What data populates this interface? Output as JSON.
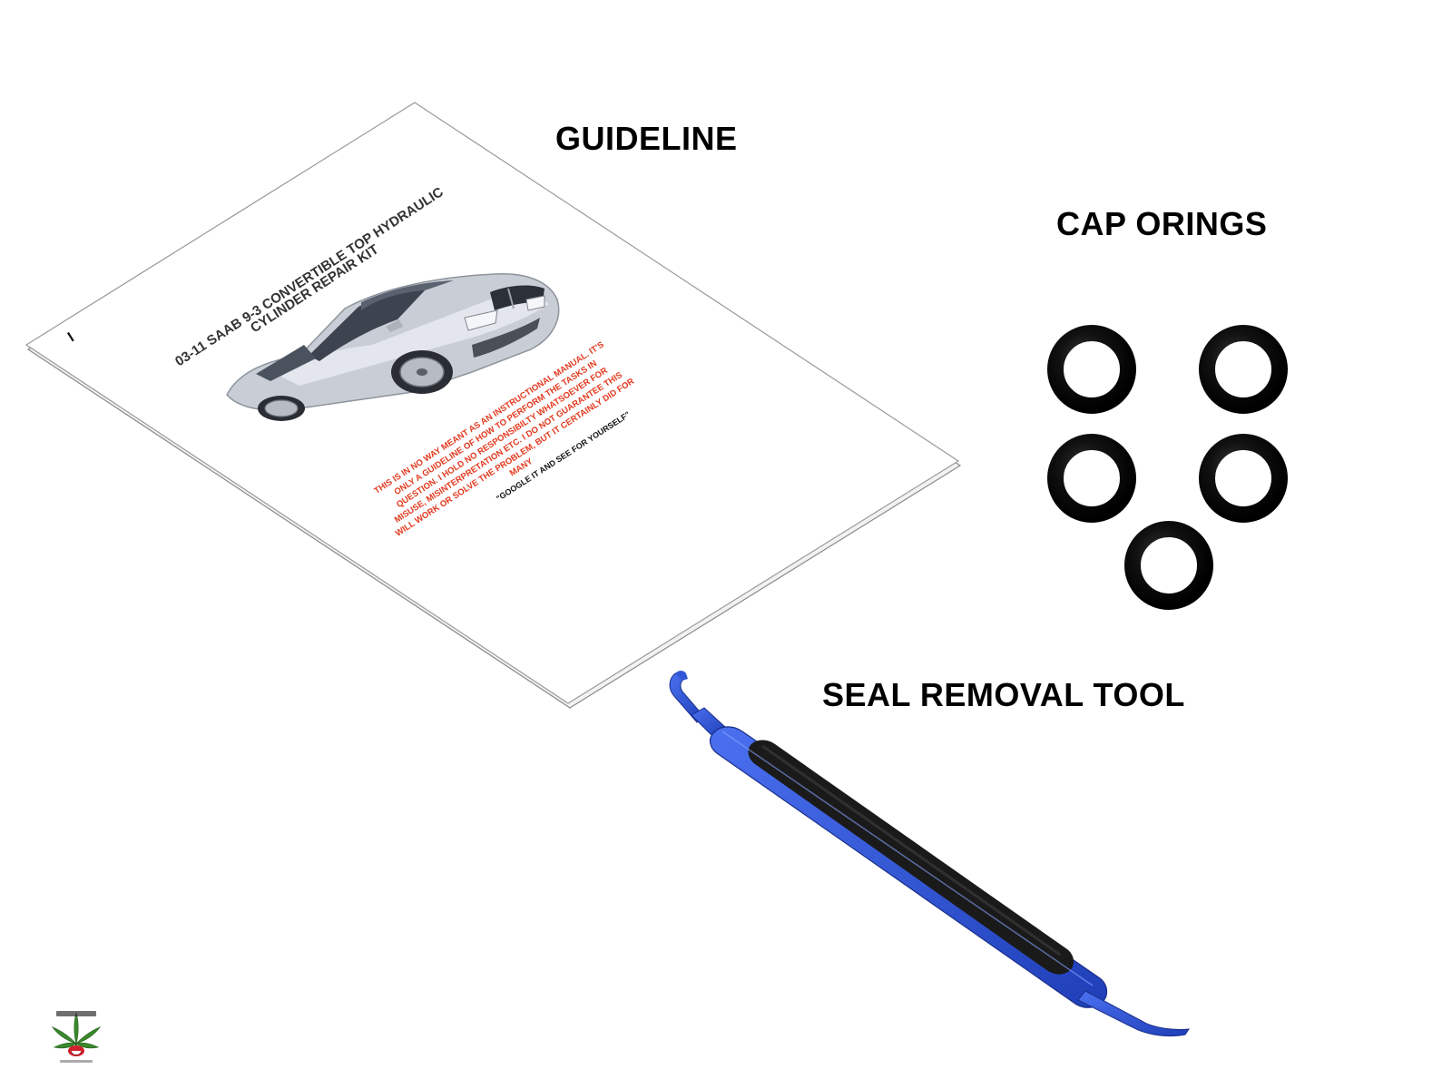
{
  "labels": {
    "guideline": "GUIDELINE",
    "cap_orings": "CAP ORINGS",
    "seal_removal_tool": "SEAL REMOVAL TOOL"
  },
  "manual": {
    "page_mark": "I",
    "title_line1": "03-11 SAAB 9-3 CONVERTIBLE TOP HYDRAULIC",
    "title_line2": "CYLINDER REPAIR KIT",
    "disclaimer_lines": [
      "THIS IS IN NO WAY MEANT AS AN INSTRUCTIONAL MANUAL. IT'S",
      "ONLY A GUIDELINE OF HOW TO PERFORM THE TASKS IN",
      "QUESTION. I HOLD NO RESPONSIBILTY WHATSOEVER FOR",
      "MISUSE, MISINTERPRETATION ETC. I DO NOT GUARANTEE THIS",
      "WILL WORK OR SOLVE THE PROBLEM, BUT IT CERTAINLY DID FOR",
      "MANY"
    ],
    "google_note": "\"GOOGLE IT AND SEE FOR YOURSELF\""
  },
  "colors": {
    "label_text": "#000000",
    "disclaimer_red": "#e23a1f",
    "tool_blue": "#2f56d6",
    "tool_grip": "#1a1a1a",
    "oring_black": "#0a0a0a",
    "car_silver": "#c9ced6"
  },
  "icons": {
    "orings": "o-ring-icon",
    "tool": "seal-pick-tool-icon",
    "logo": "cannabis-leaf-logo-icon"
  }
}
